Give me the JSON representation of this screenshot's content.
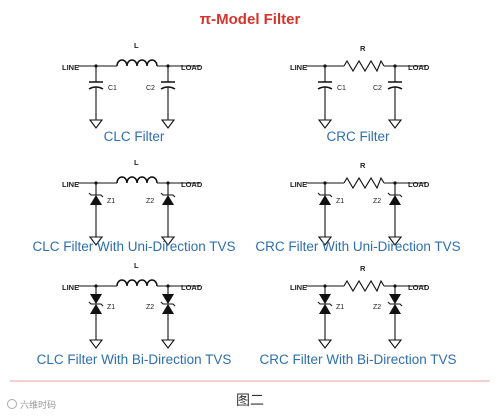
{
  "title": "π-Model Filter",
  "labels": {
    "line": "LINE",
    "load": "LOAD",
    "inductor": "L",
    "resistor": "R",
    "c1": "C1",
    "c2": "C2",
    "z1": "Z1",
    "z2": "Z2"
  },
  "captions": {
    "clc": "CLC Filter",
    "crc": "CRC Filter",
    "clc_uni": "CLC Filter With Uni-Direction TVS",
    "crc_uni": "CRC Filter With Uni-Direction TVS",
    "clc_bi": "CLC Filter With Bi-Direction TVS",
    "crc_bi": "CRC Filter With Bi-Direction TVS"
  },
  "footer": "图二",
  "watermark": "六维时码",
  "colors": {
    "title": "#d6332c",
    "caption": "#2d6fb0",
    "wire": "#111111",
    "divider": "#e7a39e"
  }
}
